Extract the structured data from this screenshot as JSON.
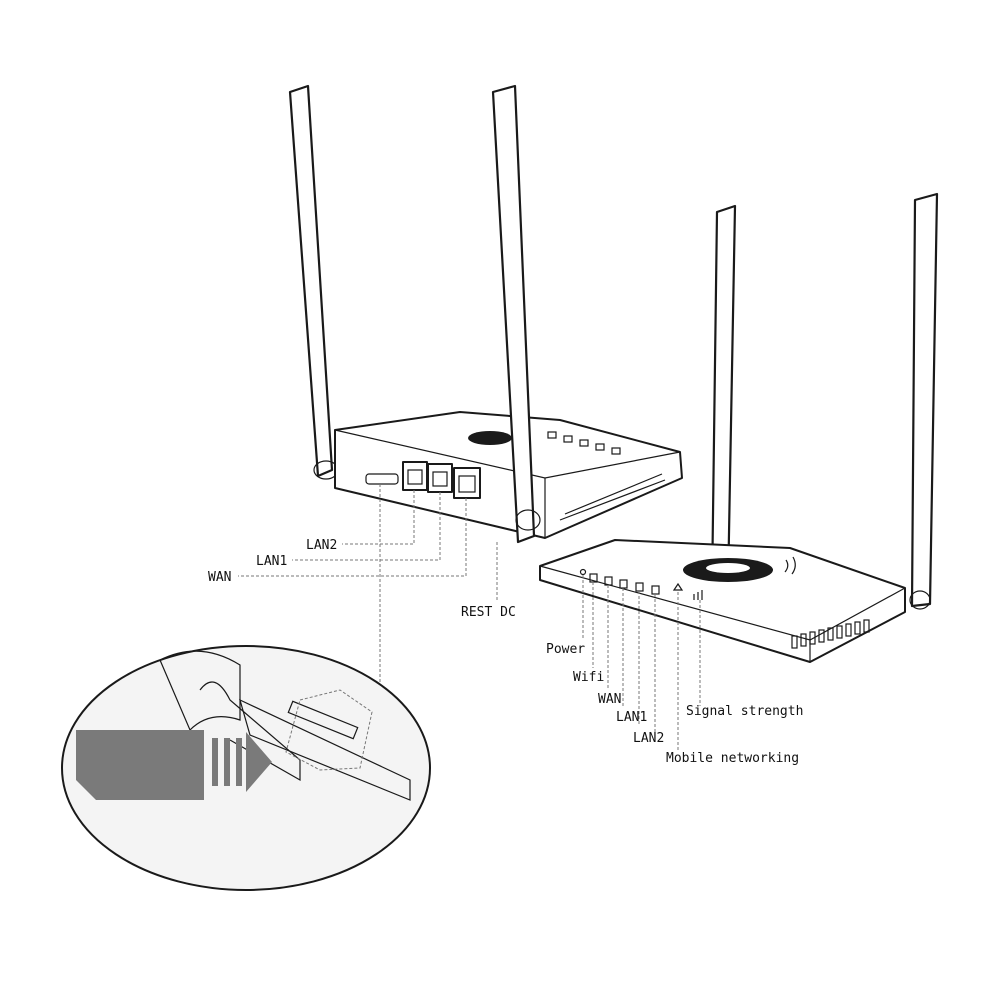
{
  "labels": {
    "back_ports": {
      "lan2": "LAN2",
      "lan1": "LAN1",
      "wan": "WAN",
      "rest_dc": "REST DC"
    },
    "front_leds": {
      "power": "Power",
      "wifi": "Wifi",
      "wan": "WAN",
      "lan1": "LAN1",
      "lan2": "LAN2",
      "signal": "Signal strength",
      "mobile": "Mobile networking"
    }
  },
  "colors": {
    "line": "#1a1a1a",
    "leader": "#777777",
    "sim_card": "#7a7a7a",
    "inset_bg": "#f4f4f4"
  },
  "icons": {
    "wifi_badge": "wifi-logo-icon",
    "sim_arrow": "arrow-right-icon"
  }
}
